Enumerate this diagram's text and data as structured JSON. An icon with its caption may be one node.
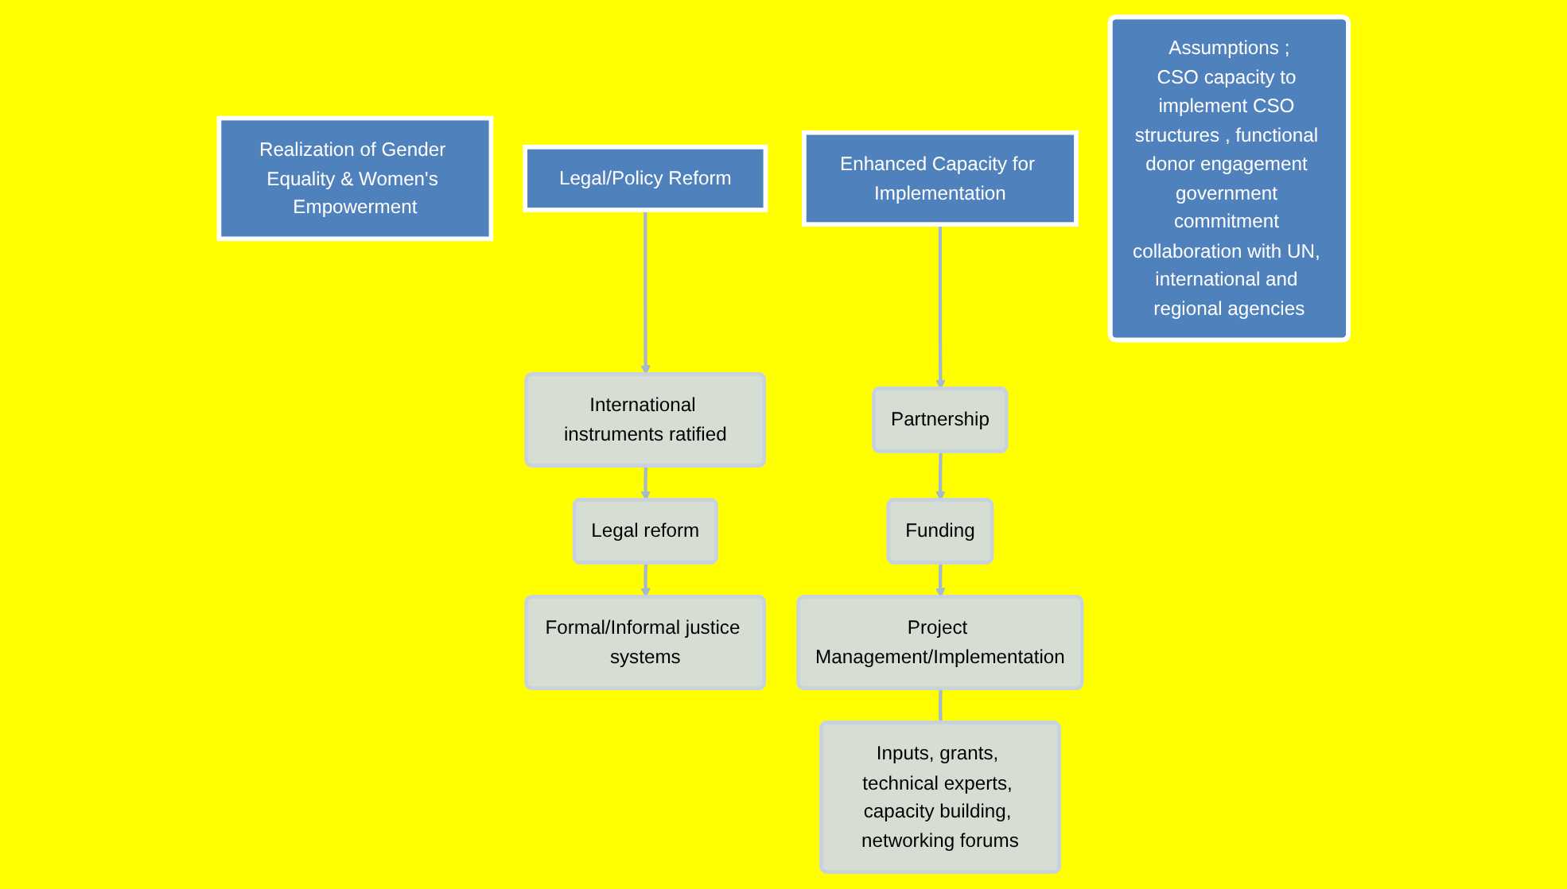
{
  "diagram": {
    "nodes": [
      {
        "text": [
          "Realization of Gender Equality & Women's Empowerment"
        ]
      },
      {
        "text": [
          "Legal/Policy Reform"
        ]
      },
      {
        "text": [
          "Enhanced Capacity for Implementation"
        ]
      },
      {
        "text": [
          "International instruments ratified"
        ]
      },
      {
        "text": [
          "Legal reform"
        ]
      },
      {
        "text": [
          "Formal/Informal justice systems"
        ]
      },
      {
        "text": [
          "Partnership"
        ]
      },
      {
        "text": [
          "Funding"
        ]
      },
      {
        "text": [
          "Project Management/Implementation"
        ]
      },
      {
        "text": [
          "Inputs, grants, technical experts, capacity building, networking forums"
        ]
      },
      {
        "text": [
          "Assumptions ;",
          "CSO capacity to implement CSO structures , functional donor engagement government commitment collaboration with UN, international and regional agencies"
        ]
      }
    ],
    "edges": [
      {
        "from": 1,
        "to": 3,
        "arrow": "to"
      },
      {
        "from": 3,
        "to": 4,
        "arrow": "to"
      },
      {
        "from": 4,
        "to": 5,
        "arrow": "to"
      },
      {
        "from": 2,
        "to": 6,
        "arrow": "to"
      },
      {
        "from": 6,
        "to": 7,
        "arrow": "to"
      },
      {
        "from": 7,
        "to": 8,
        "arrow": "to"
      },
      {
        "from": 8,
        "to": 9,
        "arrow": "none"
      }
    ]
  }
}
